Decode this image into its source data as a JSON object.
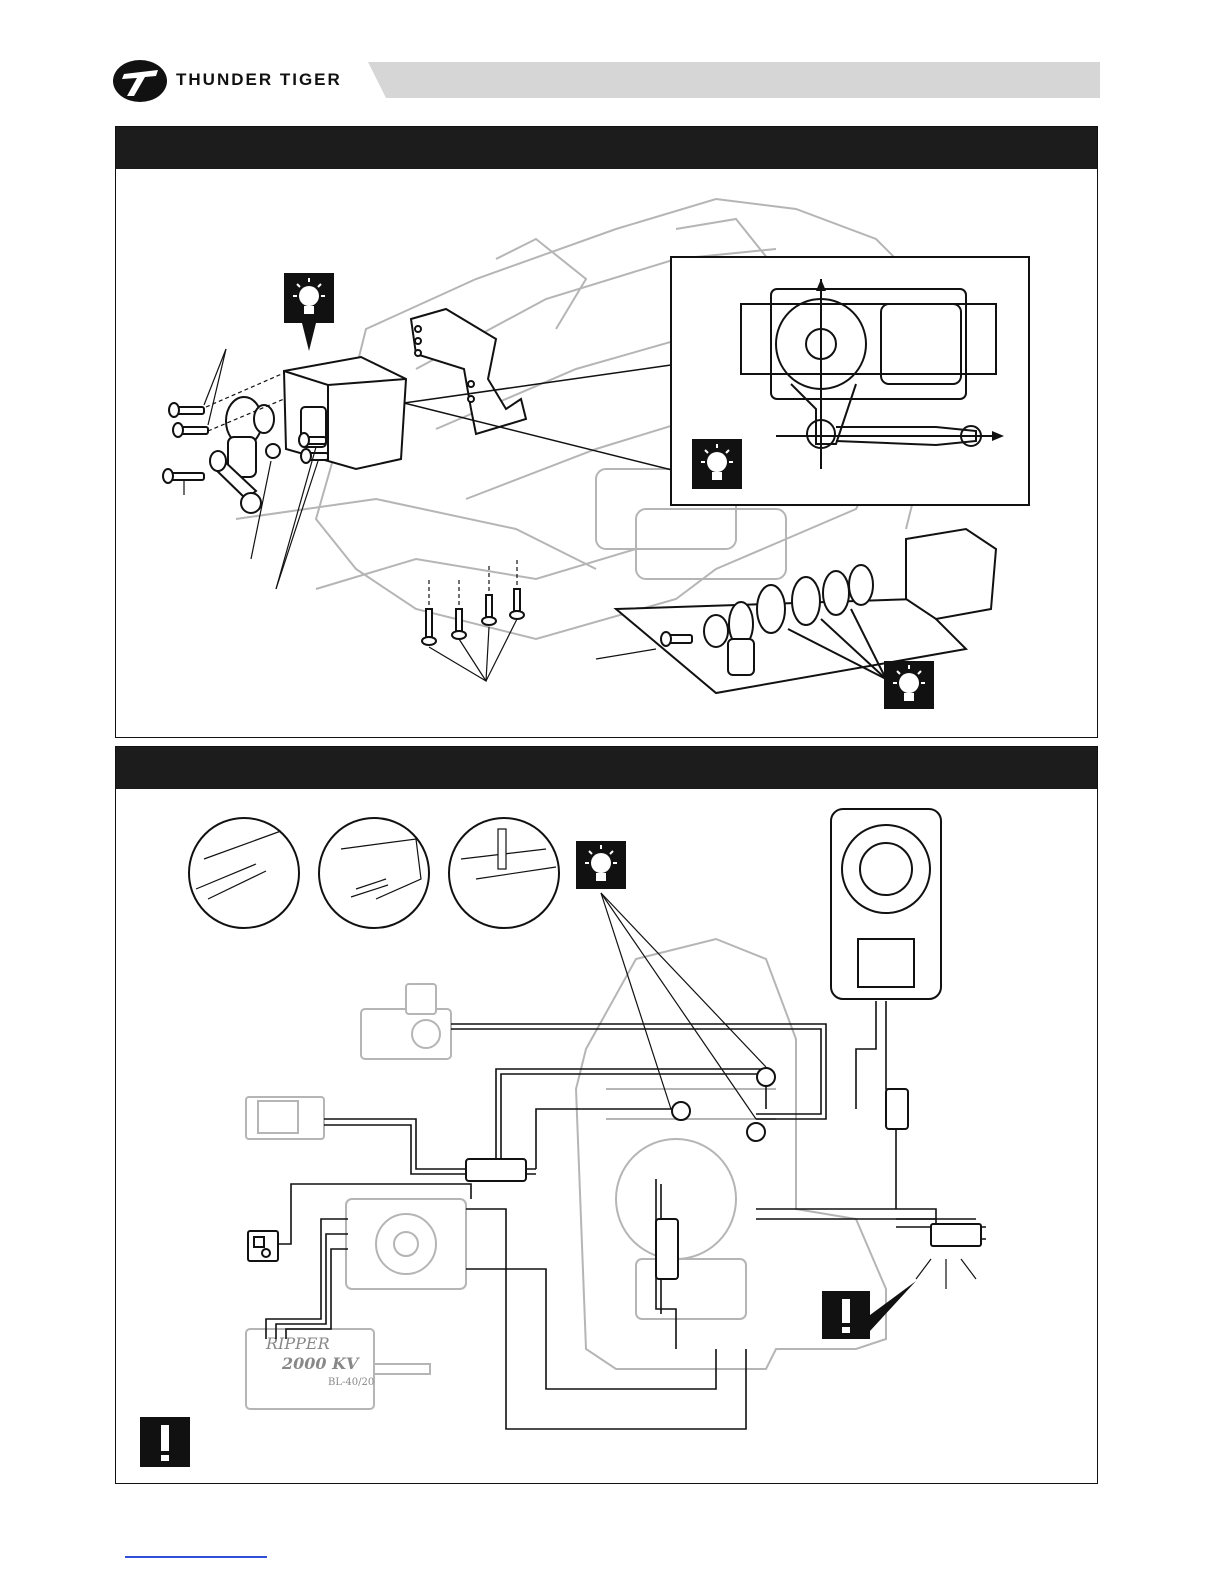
{
  "header": {
    "brand_name": "THUNDER TIGER"
  },
  "panels": [
    {
      "title": ""
    },
    {
      "title": ""
    }
  ],
  "motor_label": {
    "brand": "RIPPER",
    "kv": "2000 KV",
    "model": "BL-40/20"
  },
  "footer": {
    "link_text": ""
  },
  "colors": {
    "panel_bar": "#1c1c1c",
    "header_bar": "#d6d6d6",
    "line_art": "#111111",
    "faded_art": "#b5b5b5",
    "link": "#2f4fd8"
  }
}
